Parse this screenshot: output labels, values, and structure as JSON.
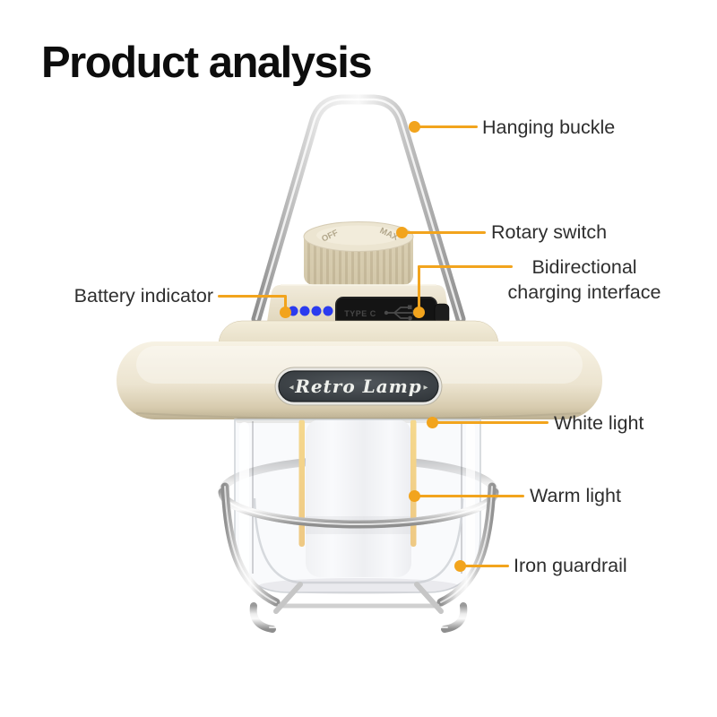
{
  "title": "Product analysis",
  "colors": {
    "accent": "#F2A41D",
    "label_text": "#2E2E2E",
    "title_text": "#0D0D0D",
    "led_blue": "#2B3BEF",
    "warm_light": "#F2AC16",
    "body_cream": "#EDE5D0",
    "metal_gray": "#C9C9C9",
    "badge_dark": "#3C4246"
  },
  "lantern": {
    "badge": {
      "text": "Retro Lamp",
      "left_mark": "◂",
      "right_mark": "▸"
    },
    "knob": {
      "left_mark": "OFF",
      "right_mark": "MAX"
    },
    "port": {
      "label": "TYPE C",
      "icon": "usb-icon"
    },
    "battery_led_count": 4
  },
  "annotations": [
    {
      "id": "hanging-buckle",
      "label": "Hanging buckle"
    },
    {
      "id": "rotary-switch",
      "label": "Rotary switch"
    },
    {
      "id": "charging-interface",
      "label_line1": "Bidirectional",
      "label_line2": "charging interface"
    },
    {
      "id": "battery-indicator",
      "label": "Battery indicator"
    },
    {
      "id": "white-light",
      "label": "White light"
    },
    {
      "id": "warm-light",
      "label": "Warm light"
    },
    {
      "id": "iron-guardrail",
      "label": "Iron guardrail"
    }
  ]
}
